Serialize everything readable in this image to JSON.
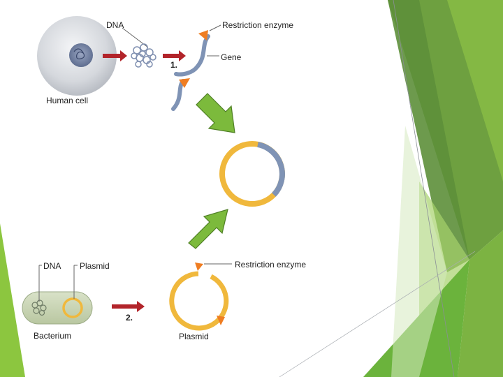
{
  "top_panel": {
    "dna_label": "DNA",
    "enzyme_label": "Restriction enzyme",
    "gene_label": "Gene",
    "step_label": "1.",
    "cell_label": "Human cell"
  },
  "bottom_panel": {
    "dna_label": "DNA",
    "plasmid_label": "Plasmid",
    "enzyme_label": "Restriction enzyme",
    "step_label": "2.",
    "bacterium_label": "Bacterium",
    "cut_plasmid_label": "Plasmid"
  },
  "colors": {
    "arrow_red": "#b2242a",
    "enzyme_orange": "#ef7d22",
    "gene_blue": "#7f93b5",
    "plasmid_yellow": "#f0b83c",
    "accent_green": "#7cba3c"
  }
}
